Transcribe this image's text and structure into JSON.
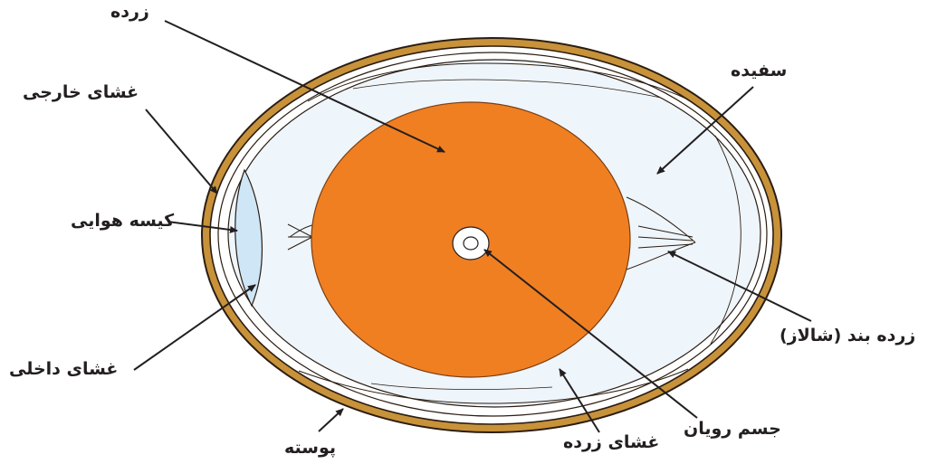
{
  "colors": {
    "shell": "#c8923a",
    "shell_outline": "#2b1d12",
    "albumen": "#eef5fb",
    "air_cell": "#cfe6f7",
    "yolk": "#f07f22",
    "text": "#231f20",
    "arrow": "#231f20"
  },
  "labels": {
    "yolk": "زرده",
    "outer_membrane": "غشای خارجی",
    "air_cell": "کیسه هوایی",
    "inner_membrane": "غشای داخلی",
    "shell": "پوسته",
    "yolk_membrane": "غشای زرده",
    "germinal_disc": "جسم رویان",
    "chalaza": "زرده بند (شالاز)",
    "albumen": "سفیده"
  }
}
